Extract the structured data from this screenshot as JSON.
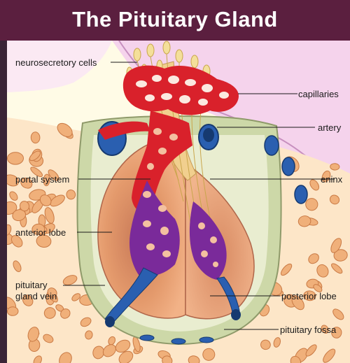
{
  "title": "The Pituitary Gland",
  "labels": {
    "neurosecretory_cells": "neurosecretory cells",
    "capillaries": "capillaries",
    "artery": "artery",
    "portal_system": "portal system",
    "meninx": "eninx",
    "anterior_lobe": "anterior lobe",
    "pituitary_gland_vein_line1": "pituitary",
    "pituitary_gland_vein_line2": "gland vein",
    "posterior_lobe": "posterior lobe",
    "pituitary_fossa": "pituitary fossa"
  },
  "colors": {
    "frame": "#3a2436",
    "title_bar": "#5b1f3f",
    "title_text": "#ffffff",
    "panel": "#fffbe6",
    "bone": "#f0b07a",
    "bone_outline": "#c97a45",
    "capsule": "#c9d6a8",
    "anterior_lobe": "#e89a6a",
    "posterior_lobe": "#eba77e",
    "artery_red": "#e0202a",
    "vein_blue": "#2a5fb0",
    "portal_purple": "#7a2a9a",
    "meninx_pink": "#f2c6e6"
  }
}
